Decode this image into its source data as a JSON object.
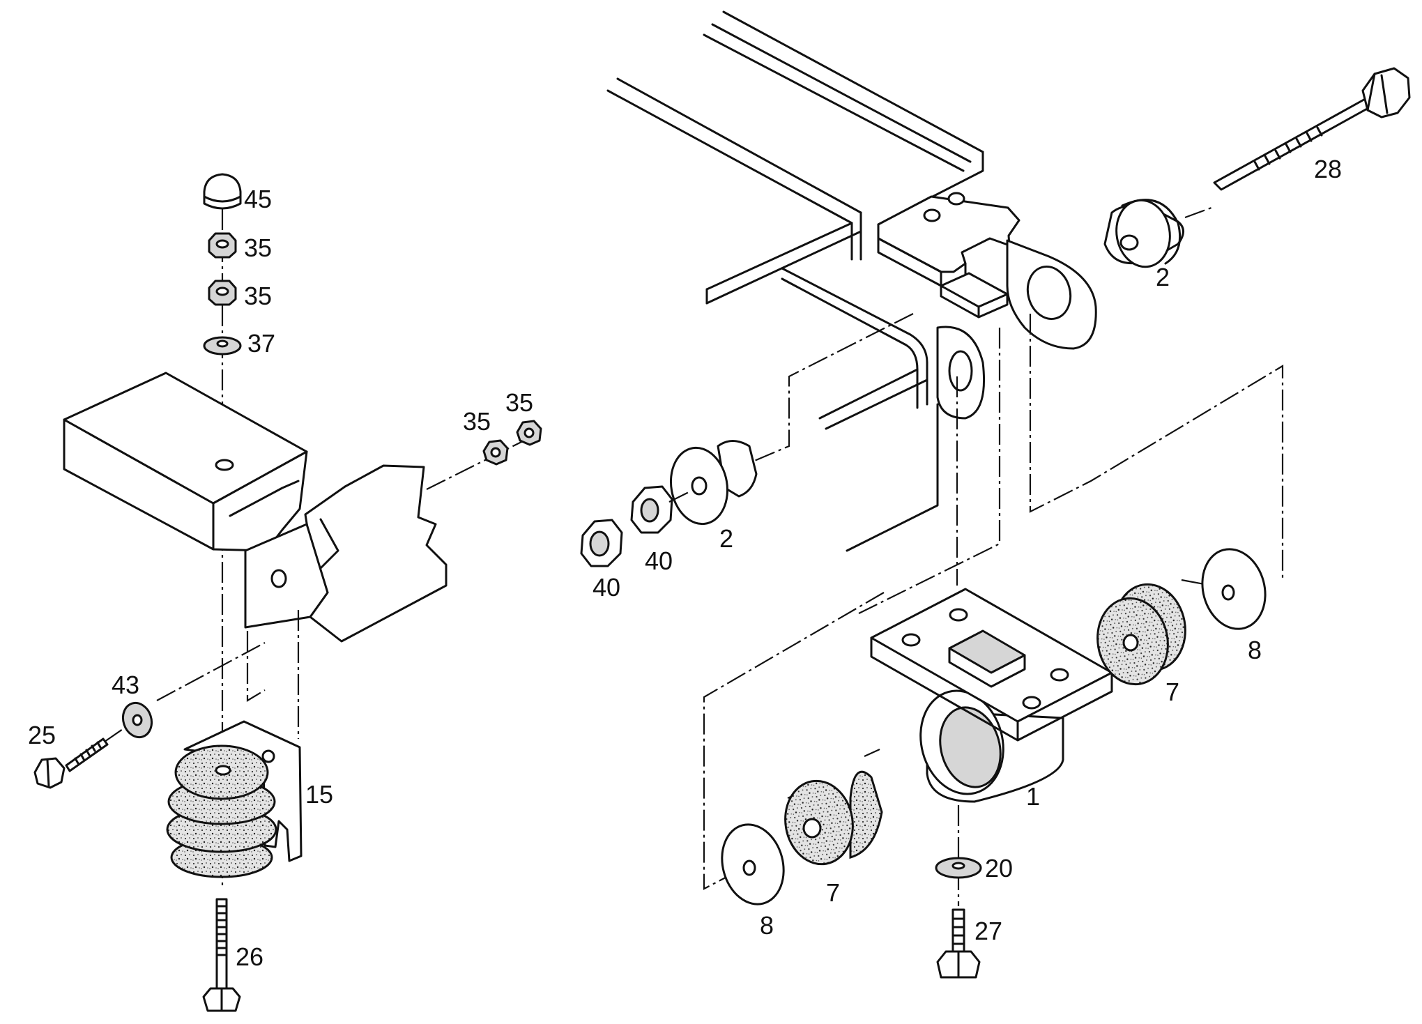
{
  "diagram": {
    "background": "#ffffff",
    "ink": "#111111",
    "left_assembly": {
      "labels": [
        "45",
        "35",
        "35",
        "37",
        "35",
        "35",
        "43",
        "25",
        "15",
        "26"
      ]
    },
    "right_assembly": {
      "labels": [
        "28",
        "2",
        "2",
        "40",
        "40",
        "8",
        "7",
        "1",
        "7",
        "8",
        "20",
        "27"
      ]
    }
  }
}
